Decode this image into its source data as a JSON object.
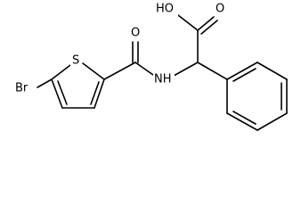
{
  "molecule": {
    "atoms": {
      "br": "Br",
      "s": "S",
      "o_amide": "O",
      "nh": "NH",
      "ho": "HO",
      "o_acid": "O"
    }
  }
}
